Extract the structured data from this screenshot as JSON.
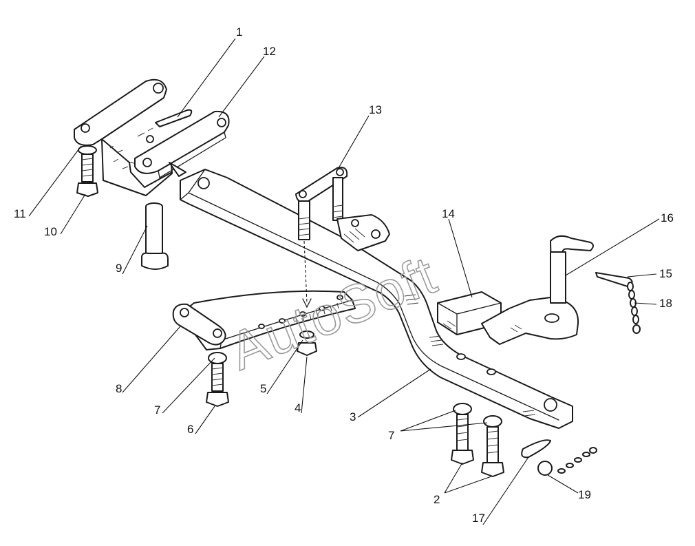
{
  "diagram": {
    "watermark": "AutoSoft",
    "callouts": [
      "1",
      "2",
      "3",
      "4",
      "5",
      "6",
      "7",
      "7",
      "8",
      "9",
      "10",
      "11",
      "12",
      "13",
      "14",
      "15",
      "16",
      "17",
      "18",
      "19"
    ]
  }
}
